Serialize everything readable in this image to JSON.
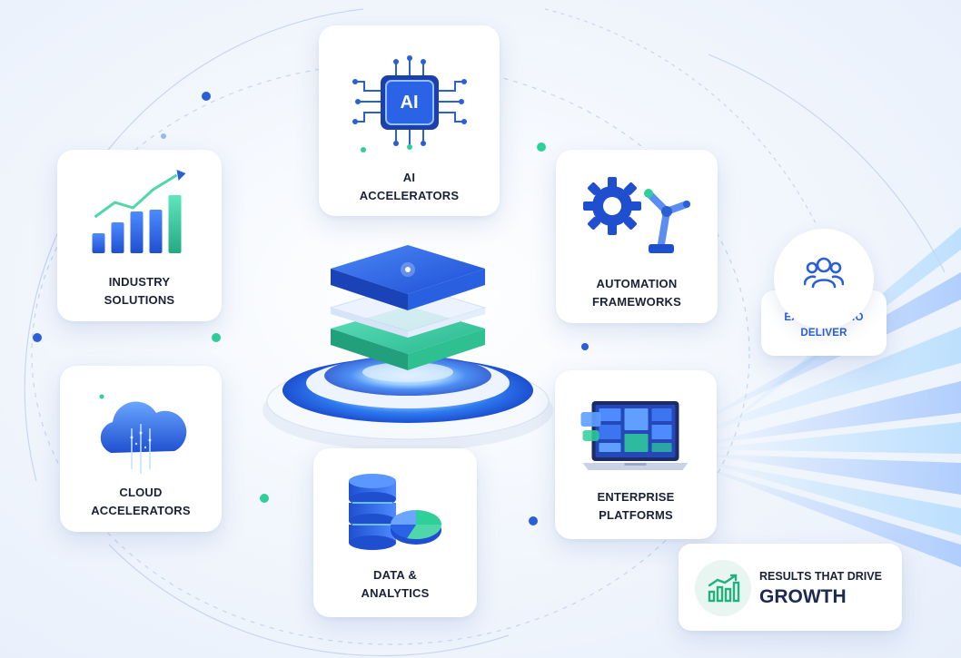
{
  "cards": {
    "ai": {
      "line1": "AI",
      "line2": "ACCELERATORS",
      "chip_text": "AI"
    },
    "industry": {
      "line1": "INDUSTRY",
      "line2": "SOLUTIONS"
    },
    "automation": {
      "line1": "AUTOMATION",
      "line2": "FRAMEWORKS"
    },
    "cloud": {
      "line1": "CLOUD",
      "line2": "ACCELERATORS"
    },
    "data": {
      "line1": "DATA &",
      "line2": "ANALYTICS"
    },
    "enterprise": {
      "line1": "ENTERPRISE",
      "line2": "PLATFORMS"
    }
  },
  "experts": {
    "line1": "EXPERTS WHO",
    "line2": "DELIVER"
  },
  "results": {
    "line1": "RESULTS THAT DRIVE",
    "line2": "GROWTH"
  },
  "colors": {
    "primary_blue": "#2a5fd6",
    "accent_green": "#2fcf9a",
    "text_dark": "#1a2138"
  },
  "icons": {
    "ai": "ai-chip-icon",
    "industry": "growth-bar-chart-icon",
    "automation": "gear-robot-arm-icon",
    "cloud": "cloud-icon",
    "data": "database-pie-chart-icon",
    "enterprise": "laptop-dashboard-icon",
    "experts": "users-group-icon",
    "results": "growth-chart-icon"
  }
}
